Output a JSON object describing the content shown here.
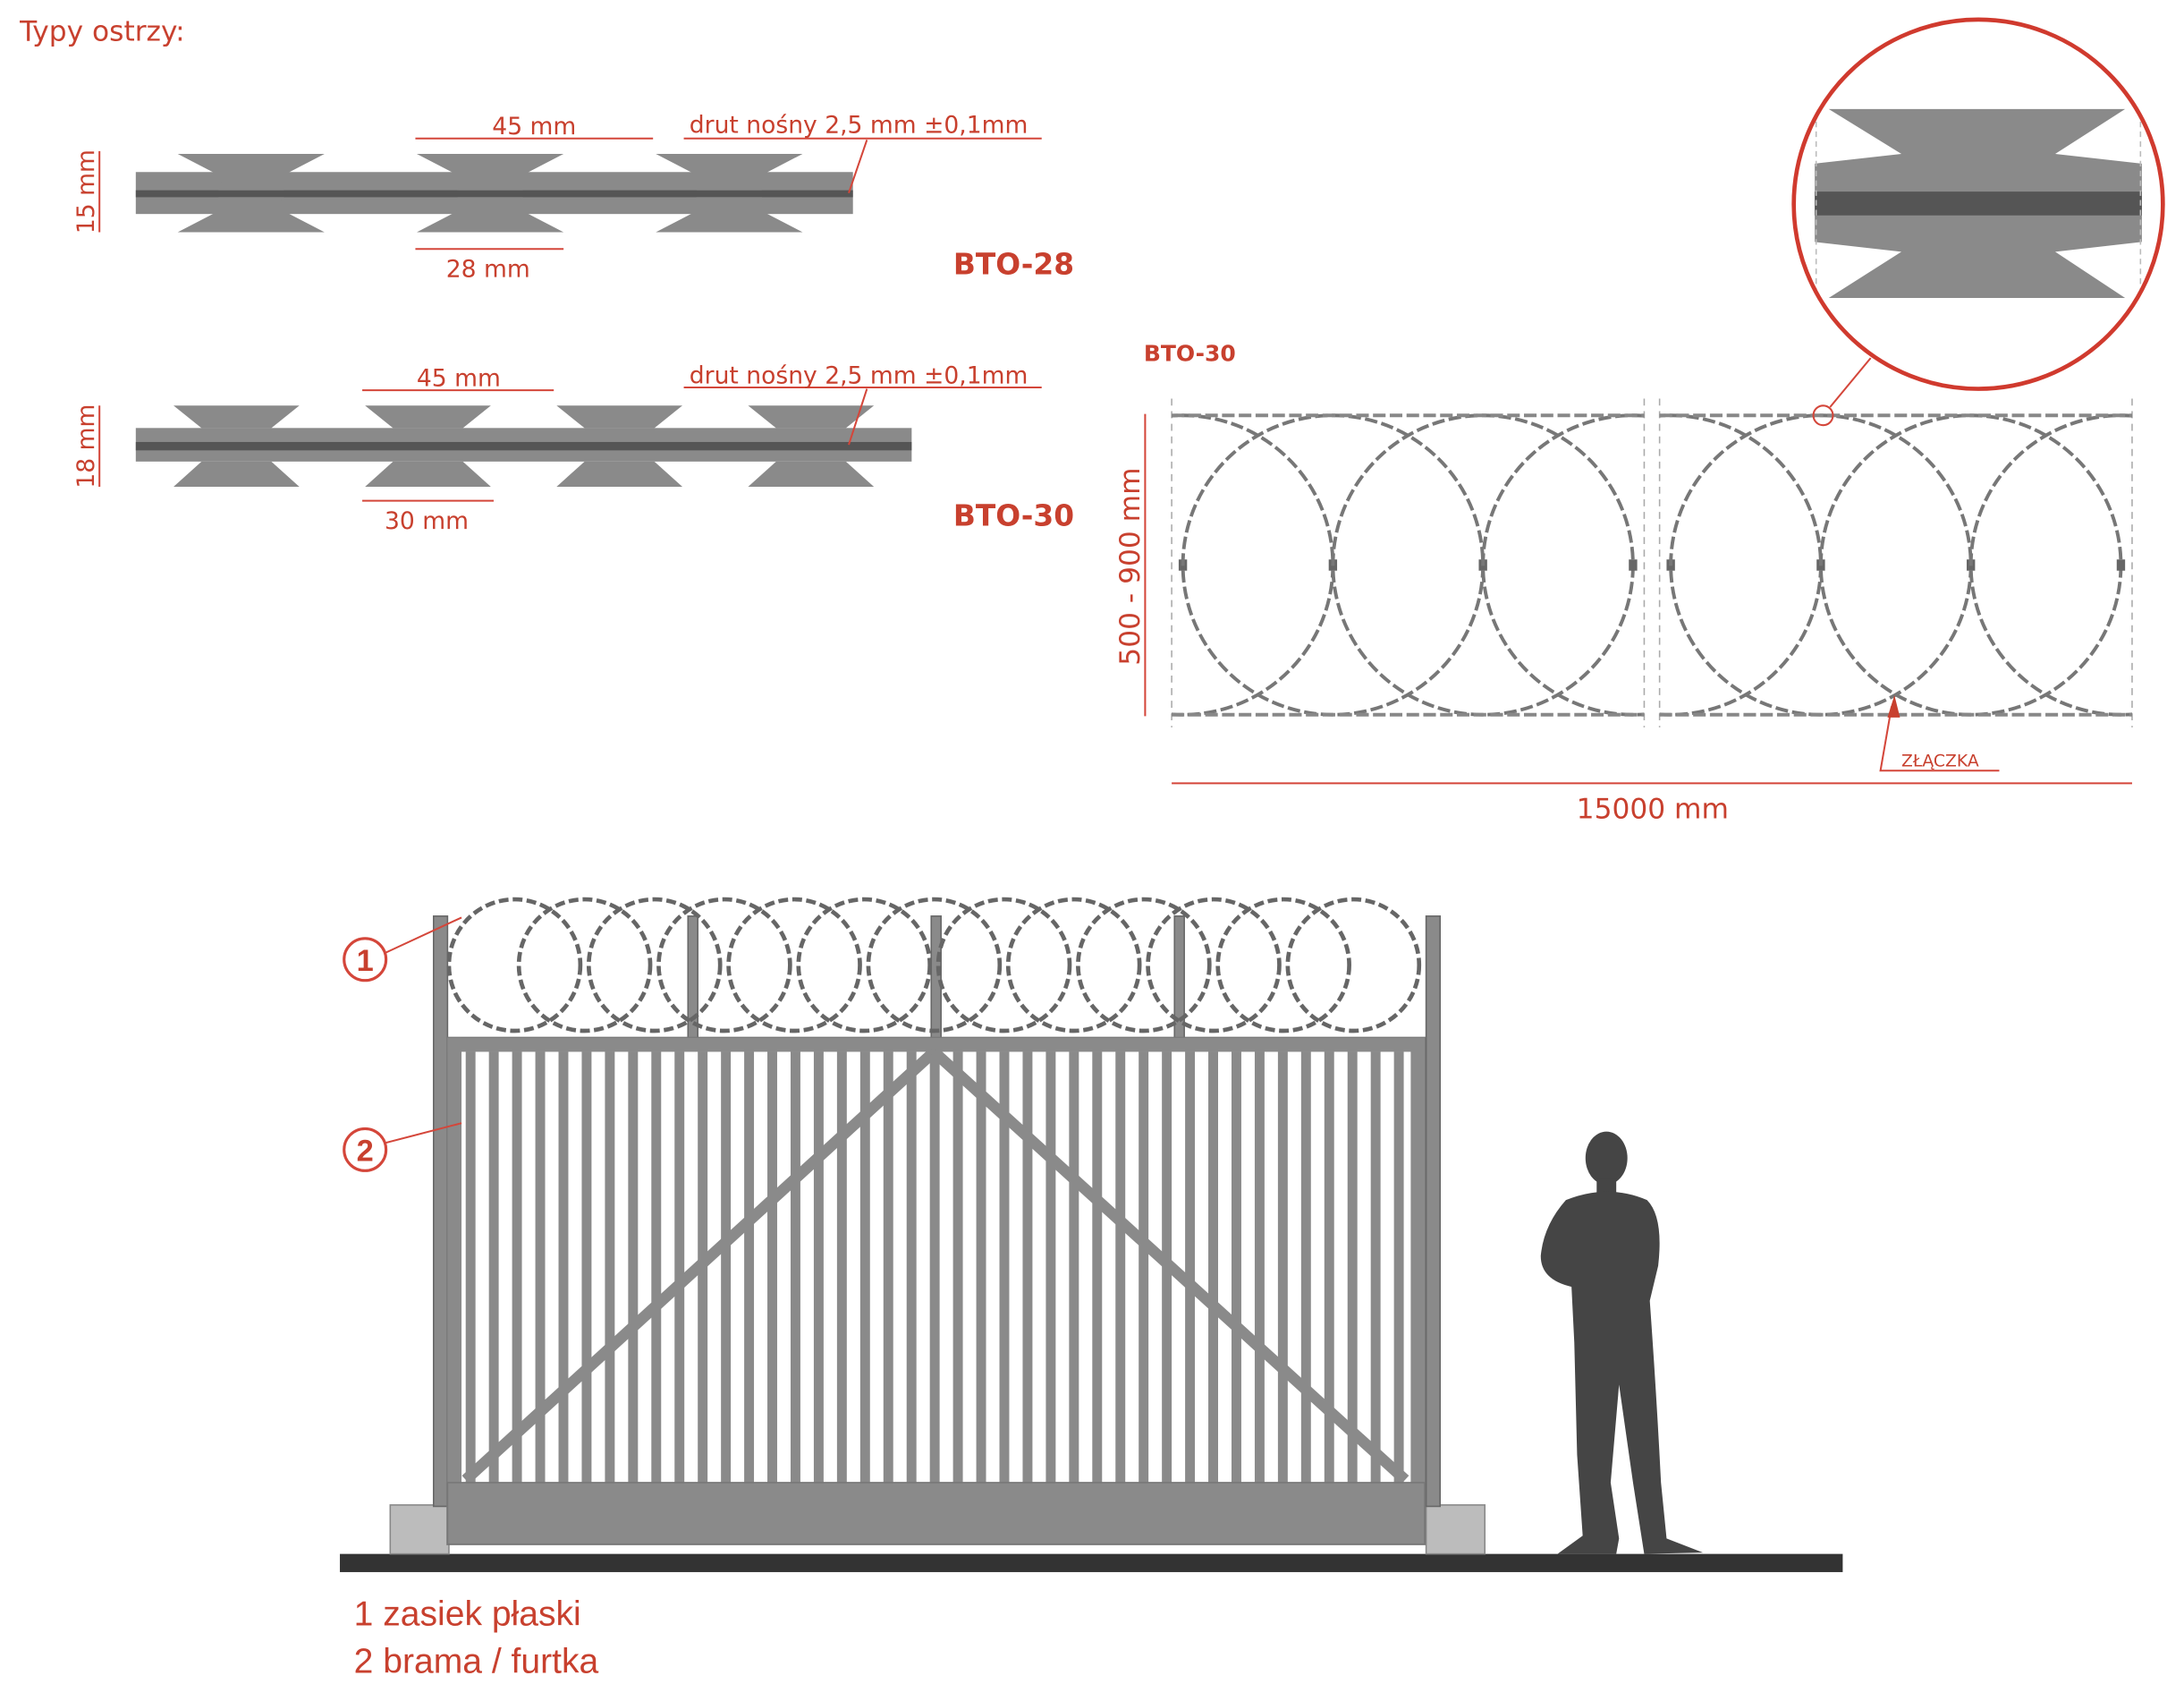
{
  "heading": "Typy ostrzy:",
  "bto28": {
    "name": "BTO-28",
    "height_label": "15 mm",
    "pitch_label": "45 mm",
    "blade_label": "28 mm",
    "wire_label": "drut nośny 2,5 mm ±0,1mm"
  },
  "bto30": {
    "name": "BTO-30",
    "height_label": "18 mm",
    "pitch_label": "45 mm",
    "blade_label": "30 mm",
    "wire_label": "drut nośny 2,5 mm ±0,1mm"
  },
  "coil": {
    "title": "BTO-30",
    "height_label": "500 - 900 mm",
    "length_label": "15000 mm",
    "connector_label": "ZŁĄCZKA"
  },
  "gate": {
    "callouts": [
      "1",
      "2"
    ],
    "legend": [
      "1 zasiek płaski",
      "2 brama / furtka"
    ]
  },
  "colors": {
    "accent": "#c8402e",
    "metal": "#8a8a8a",
    "dark": "#555555"
  }
}
